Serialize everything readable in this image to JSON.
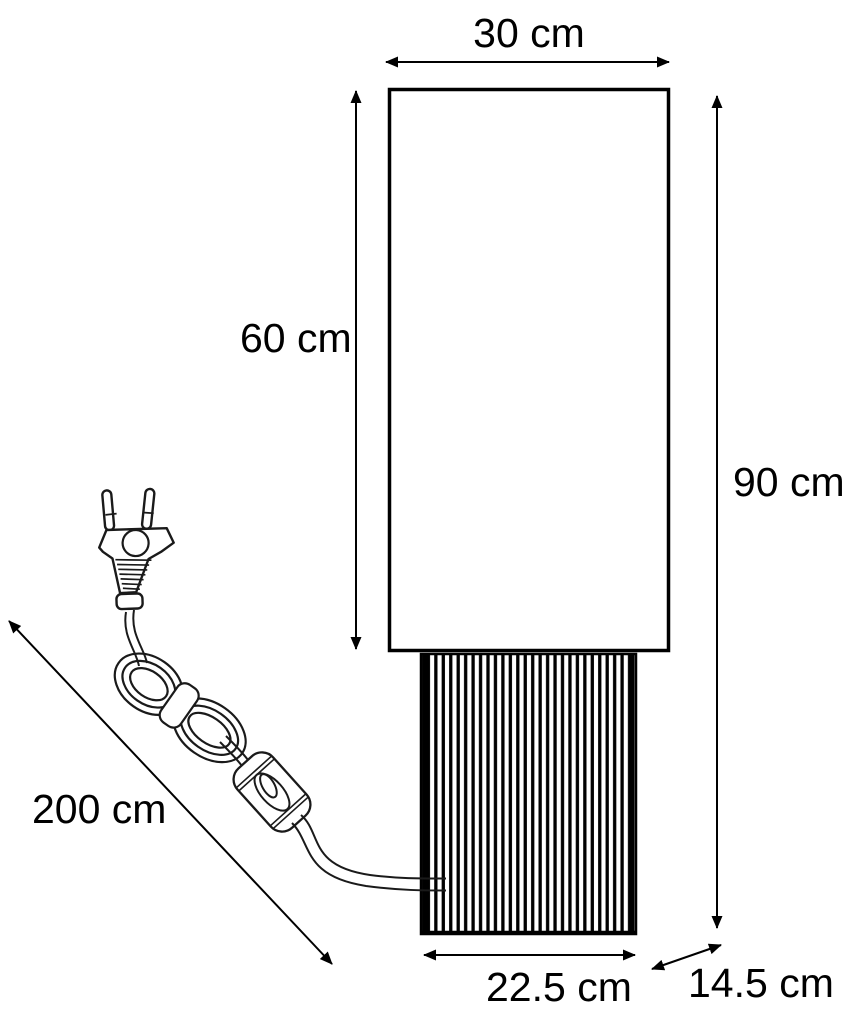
{
  "colors": {
    "background": "#ffffff",
    "line": "#000000"
  },
  "diagram": {
    "dimensions": {
      "shade_width": "30 cm",
      "shade_height": "60 cm",
      "total_height": "90 cm",
      "cord_length": "200 cm",
      "base_width": "22.5 cm",
      "base_depth": "14.5 cm"
    }
  }
}
